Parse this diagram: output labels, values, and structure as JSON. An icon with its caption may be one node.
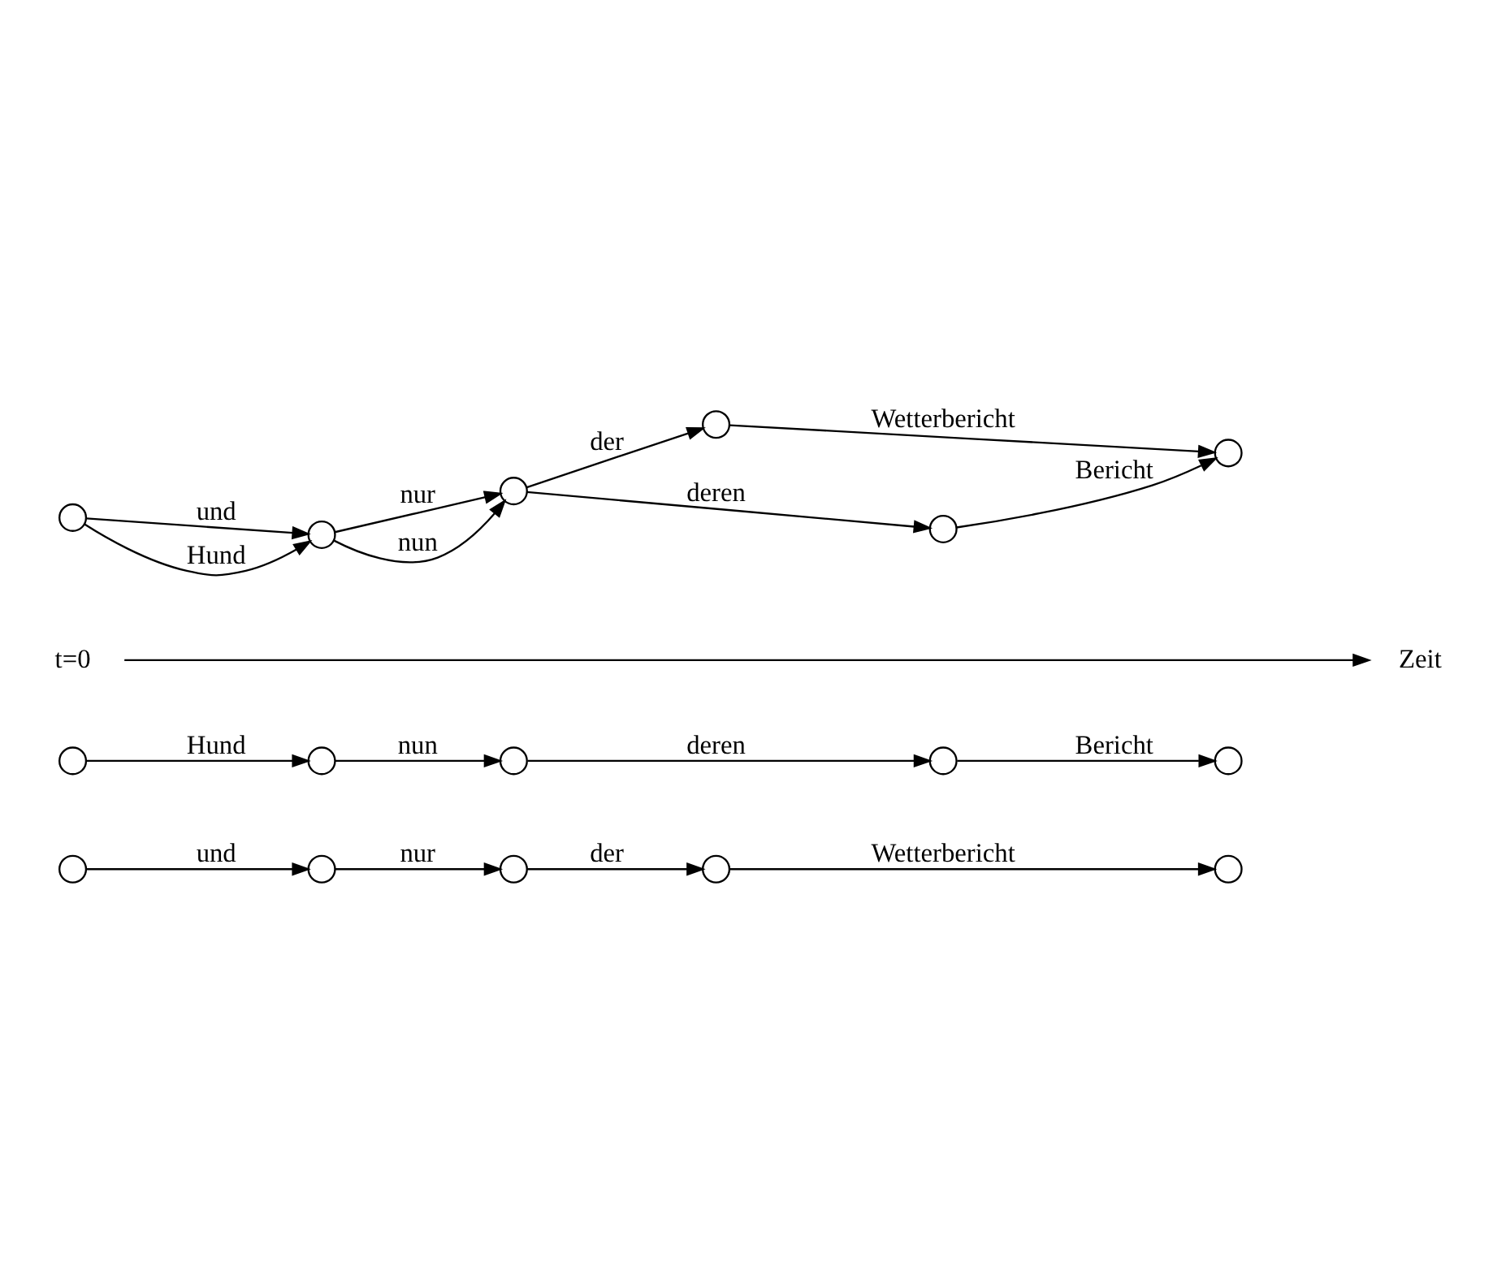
{
  "diagram": {
    "nodes": [
      {
        "text": [],
        "shape": "circle"
      },
      {
        "text": [],
        "shape": "circle"
      },
      {
        "text": [],
        "shape": "circle"
      },
      {
        "text": [],
        "shape": "circle"
      },
      {
        "text": [],
        "shape": "circle"
      },
      {
        "text": [],
        "shape": "circle"
      },
      {
        "text": [],
        "shape": "circle"
      },
      {
        "text": [],
        "shape": "circle"
      },
      {
        "text": [],
        "shape": "circle"
      },
      {
        "text": [],
        "shape": "circle"
      },
      {
        "text": [],
        "shape": "circle"
      },
      {
        "text": [],
        "shape": "circle"
      },
      {
        "text": [],
        "shape": "circle"
      },
      {
        "text": [],
        "shape": "circle"
      },
      {
        "text": [],
        "shape": "circle"
      },
      {
        "text": [],
        "shape": "circle"
      }
    ],
    "edges": [
      {
        "from": 0,
        "to": 1,
        "arrow": "to",
        "label": "und"
      },
      {
        "from": 1,
        "to": 2,
        "arrow": "to",
        "label": "nur"
      },
      {
        "from": 2,
        "to": 3,
        "arrow": "to",
        "label": "der"
      },
      {
        "from": 3,
        "to": 4,
        "arrow": "to",
        "label": "Wetterbericht"
      },
      {
        "from": 5,
        "to": 6,
        "arrow": "to",
        "label": "Hund"
      },
      {
        "from": 6,
        "to": 7,
        "arrow": "to",
        "label": "nun"
      },
      {
        "from": 7,
        "to": 8,
        "arrow": "to",
        "label": "deren"
      },
      {
        "from": 8,
        "to": 9,
        "arrow": "to",
        "label": "Bericht"
      },
      {
        "from": 10,
        "to": 11,
        "arrow": "to",
        "label": "und"
      },
      {
        "from": 10,
        "to": 11,
        "arrow": "to",
        "label": "Hund"
      },
      {
        "from": 11,
        "to": 12,
        "arrow": "to",
        "label": "nur"
      },
      {
        "from": 11,
        "to": 12,
        "arrow": "to",
        "label": "nun"
      },
      {
        "from": 12,
        "to": 13,
        "arrow": "to",
        "label": "der"
      },
      {
        "from": 13,
        "to": 15,
        "arrow": "to",
        "label": "Wetterbericht"
      },
      {
        "from": 12,
        "to": 14,
        "arrow": "to",
        "label": "deren"
      },
      {
        "from": 14,
        "to": 15,
        "arrow": "to",
        "label": "Bericht"
      }
    ],
    "labels": [
      "Zeit",
      "t=0"
    ]
  }
}
